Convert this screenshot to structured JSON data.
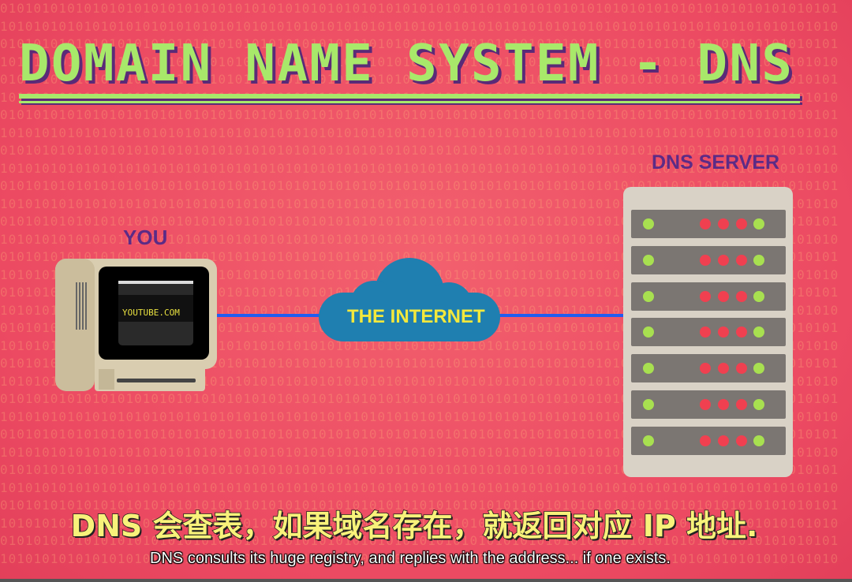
{
  "title": "DOMAIN NAME SYSTEM - DNS",
  "background_pattern": "01",
  "diagram": {
    "you_label": "YOU",
    "screen_text": "YOUTUBE.COM",
    "cloud_label": "THE INTERNET",
    "server_label": "DNS SERVER",
    "server_slots": 7
  },
  "subtitles": {
    "chinese": "DNS 会查表，如果域名存在，就返回对应 IP 地址.",
    "english": "DNS consults its huge registry, and replies with the address... if one exists."
  },
  "colors": {
    "background": "#ee5068",
    "title": "#a8e86a",
    "label": "#5c2b86",
    "cloud": "#1f7fb0",
    "link": "#1f5df0"
  }
}
